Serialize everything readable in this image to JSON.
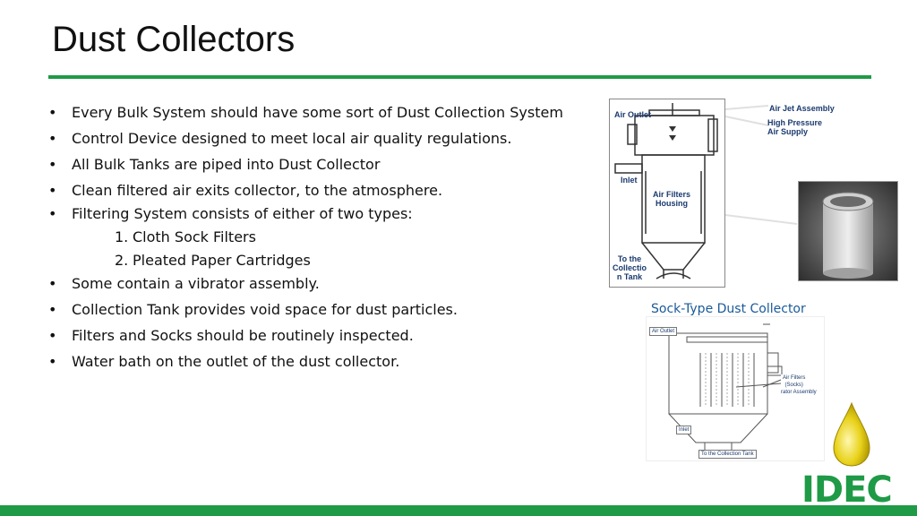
{
  "slide": {
    "title": "Dust Collectors",
    "bullets": [
      "Every Bulk System should have some sort of Dust Collection System",
      "Control Device designed to meet local air quality regulations.",
      "All Bulk Tanks are piped into Dust Collector",
      "Clean filtered air exits collector, to the atmosphere.",
      "Filtering System consists of either of two types:"
    ],
    "sub_items": [
      {
        "num": "1.",
        "text": "Cloth Sock Filters"
      },
      {
        "num": "2.",
        "text": "Pleated Paper Cartridges"
      }
    ],
    "bullets_after": [
      "Some contain a vibrator assembly.",
      "Collection Tank provides void space for dust particles.",
      "Filters and Socks should be routinely inspected.",
      "Water bath on the outlet of the dust collector."
    ],
    "bullet_char": "•"
  },
  "diagram1": {
    "air_outlet": "Air Outlet",
    "air_jet": "Air Jet Assembly",
    "high_pressure_1": "High Pressure",
    "high_pressure_2": "Air Supply",
    "inlet": "Inlet",
    "filters_1": "Air Filters",
    "filters_2": "Housing",
    "tank_1": "To the",
    "tank_2": "Collectio",
    "tank_3": "n Tank"
  },
  "diagram2": {
    "title": "Sock-Type Dust Collector",
    "air_outlet": "Air Outlet",
    "filters_1": "Air Filters",
    "filters_2": "(Socks)",
    "vibrator": "rator Assembly",
    "inlet": "Inlet",
    "tank": "To the Collection Tank"
  },
  "logo": {
    "text": "IDEC"
  },
  "colors": {
    "accent": "#1f9a46",
    "drop": "#e8d21a",
    "label": "#1a3a6e"
  }
}
